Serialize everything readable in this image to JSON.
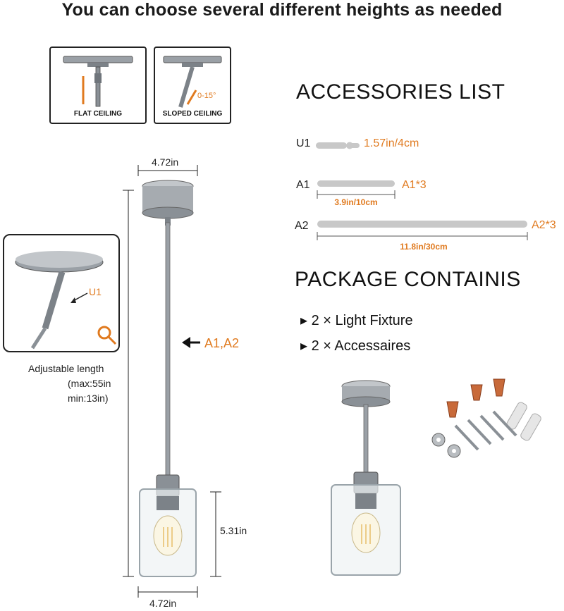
{
  "headline": "You can choose several different heights as needed",
  "mount_options": [
    {
      "label": "FLAT CEILING"
    },
    {
      "label": "SLOPED CEILING",
      "angle": "0-15°"
    }
  ],
  "accessories": {
    "title": "ACCESSORIES LIST",
    "items": [
      {
        "id": "U1",
        "length": "1.57in/4cm",
        "quantity": ""
      },
      {
        "id": "A1",
        "length": "3.9in/10cm",
        "quantity": "A1*3"
      },
      {
        "id": "A2",
        "length": "11.8in/30cm",
        "quantity": "A2*3"
      }
    ]
  },
  "package": {
    "title": "PACKAGE CONTAINIS",
    "items": [
      {
        "marker": "▸",
        "text": "2 × Light Fixture"
      },
      {
        "marker": "▸",
        "text": "2 × Accessaires"
      }
    ]
  },
  "dimensions": {
    "canopy_width": "4.72in",
    "shade_width": "4.72in",
    "shade_height": "5.31in",
    "rod_label": "A1,A2",
    "adjustable_title": "Adjustable length",
    "adjustable_max": "(max:55in",
    "adjustable_min": "min:13in)"
  },
  "detail_label": "U1",
  "colors": {
    "accent": "#e07a1f",
    "metal": "#9aa0a6",
    "text": "#111111"
  }
}
